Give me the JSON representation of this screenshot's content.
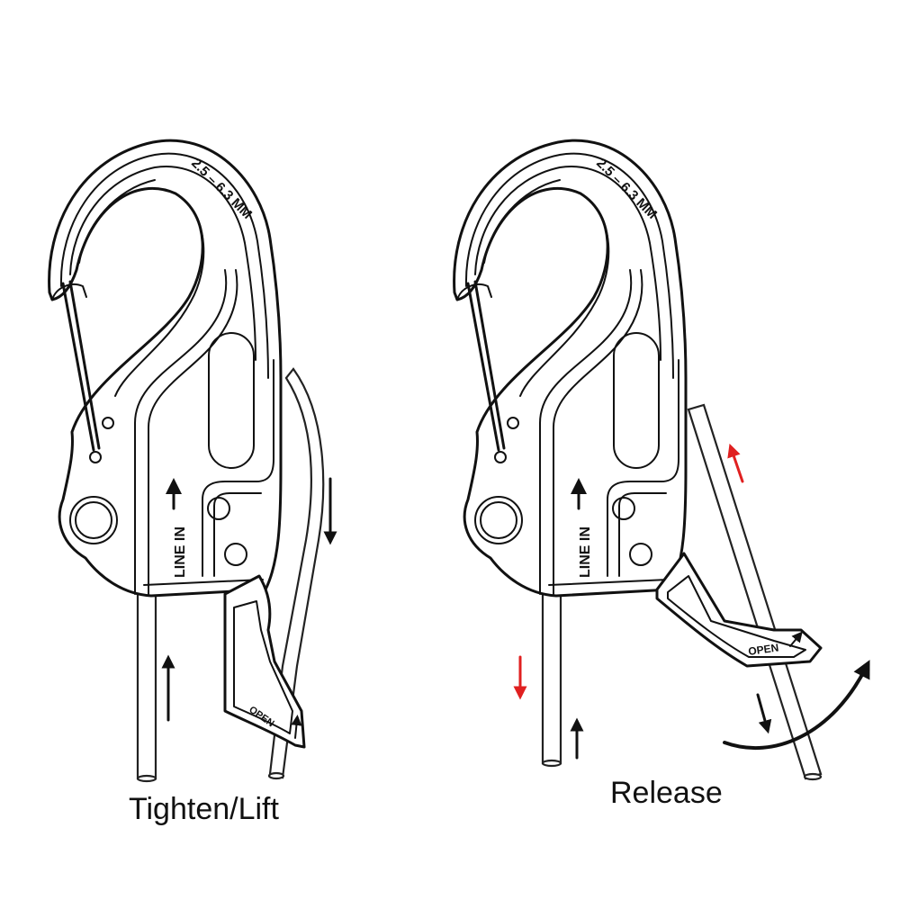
{
  "captions": {
    "left": "Tighten/Lift",
    "right": "Release"
  },
  "engravings": {
    "size_range": "2.5 – 6.3 MM",
    "line_in": "LINE IN",
    "open": "OPEN"
  },
  "colors": {
    "outline": "#111111",
    "highlight_arrow": "#e02020",
    "background": "#ffffff"
  },
  "icons": {
    "line_in_arrow": "arrow-up",
    "open_arrow": "arrow-diagonal",
    "motion_arrows": [
      "arrow-up",
      "arrow-down",
      "curved-arrow"
    ]
  }
}
